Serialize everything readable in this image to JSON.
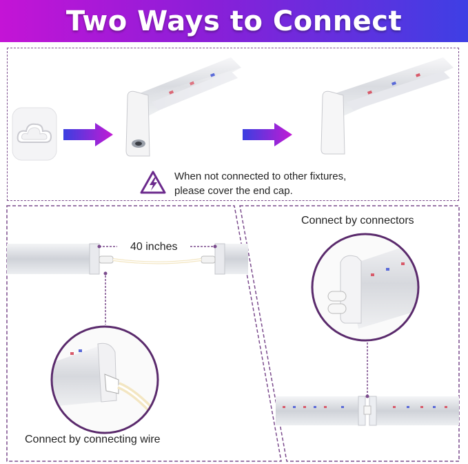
{
  "banner": {
    "title": "Two Ways to Connect"
  },
  "top_panel": {
    "note_line1": "When not connected to other fixtures,",
    "note_line2": "please cover the end cap.",
    "warning_icon": "lightning-warning-icon"
  },
  "left_panel": {
    "distance_label": "40 inches",
    "caption": "Connect by connecting wire"
  },
  "right_panel": {
    "caption": "Connect by connectors"
  },
  "colors": {
    "banner_start": "#c414d6",
    "banner_end": "#3e3fe4",
    "arrow_start": "#3a3fe0",
    "arrow_end": "#c21ad4",
    "dash": "#7a4a8c"
  }
}
